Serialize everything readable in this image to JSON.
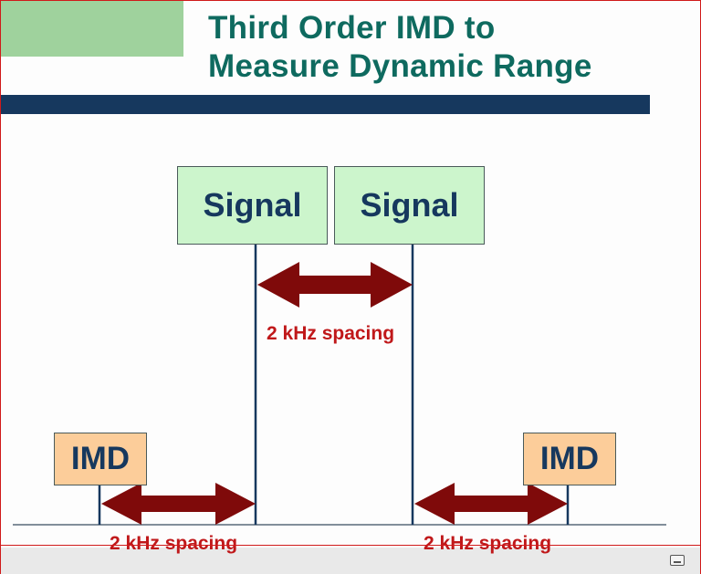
{
  "slide": {
    "title_line1": "Third Order IMD to",
    "title_line2": "Measure Dynamic Range"
  },
  "diagram": {
    "signal_left_label": "Signal",
    "signal_right_label": "Signal",
    "imd_left_label": "IMD",
    "imd_right_label": "IMD",
    "center_spacing_label": "2 kHz spacing",
    "left_spacing_label": "2 kHz spacing",
    "right_spacing_label": "2 kHz spacing"
  },
  "colors": {
    "title_text": "#0e6a5f",
    "title_bar": "#16385e",
    "corner_block": "#9fd29d",
    "signal_box": "#ccf5cc",
    "imd_box": "#fccd9a",
    "arrow": "#7f0a0a",
    "spacing_text": "#c0181a",
    "stem_line": "#16385e"
  },
  "player": {
    "captions_icon": "captions-icon"
  }
}
